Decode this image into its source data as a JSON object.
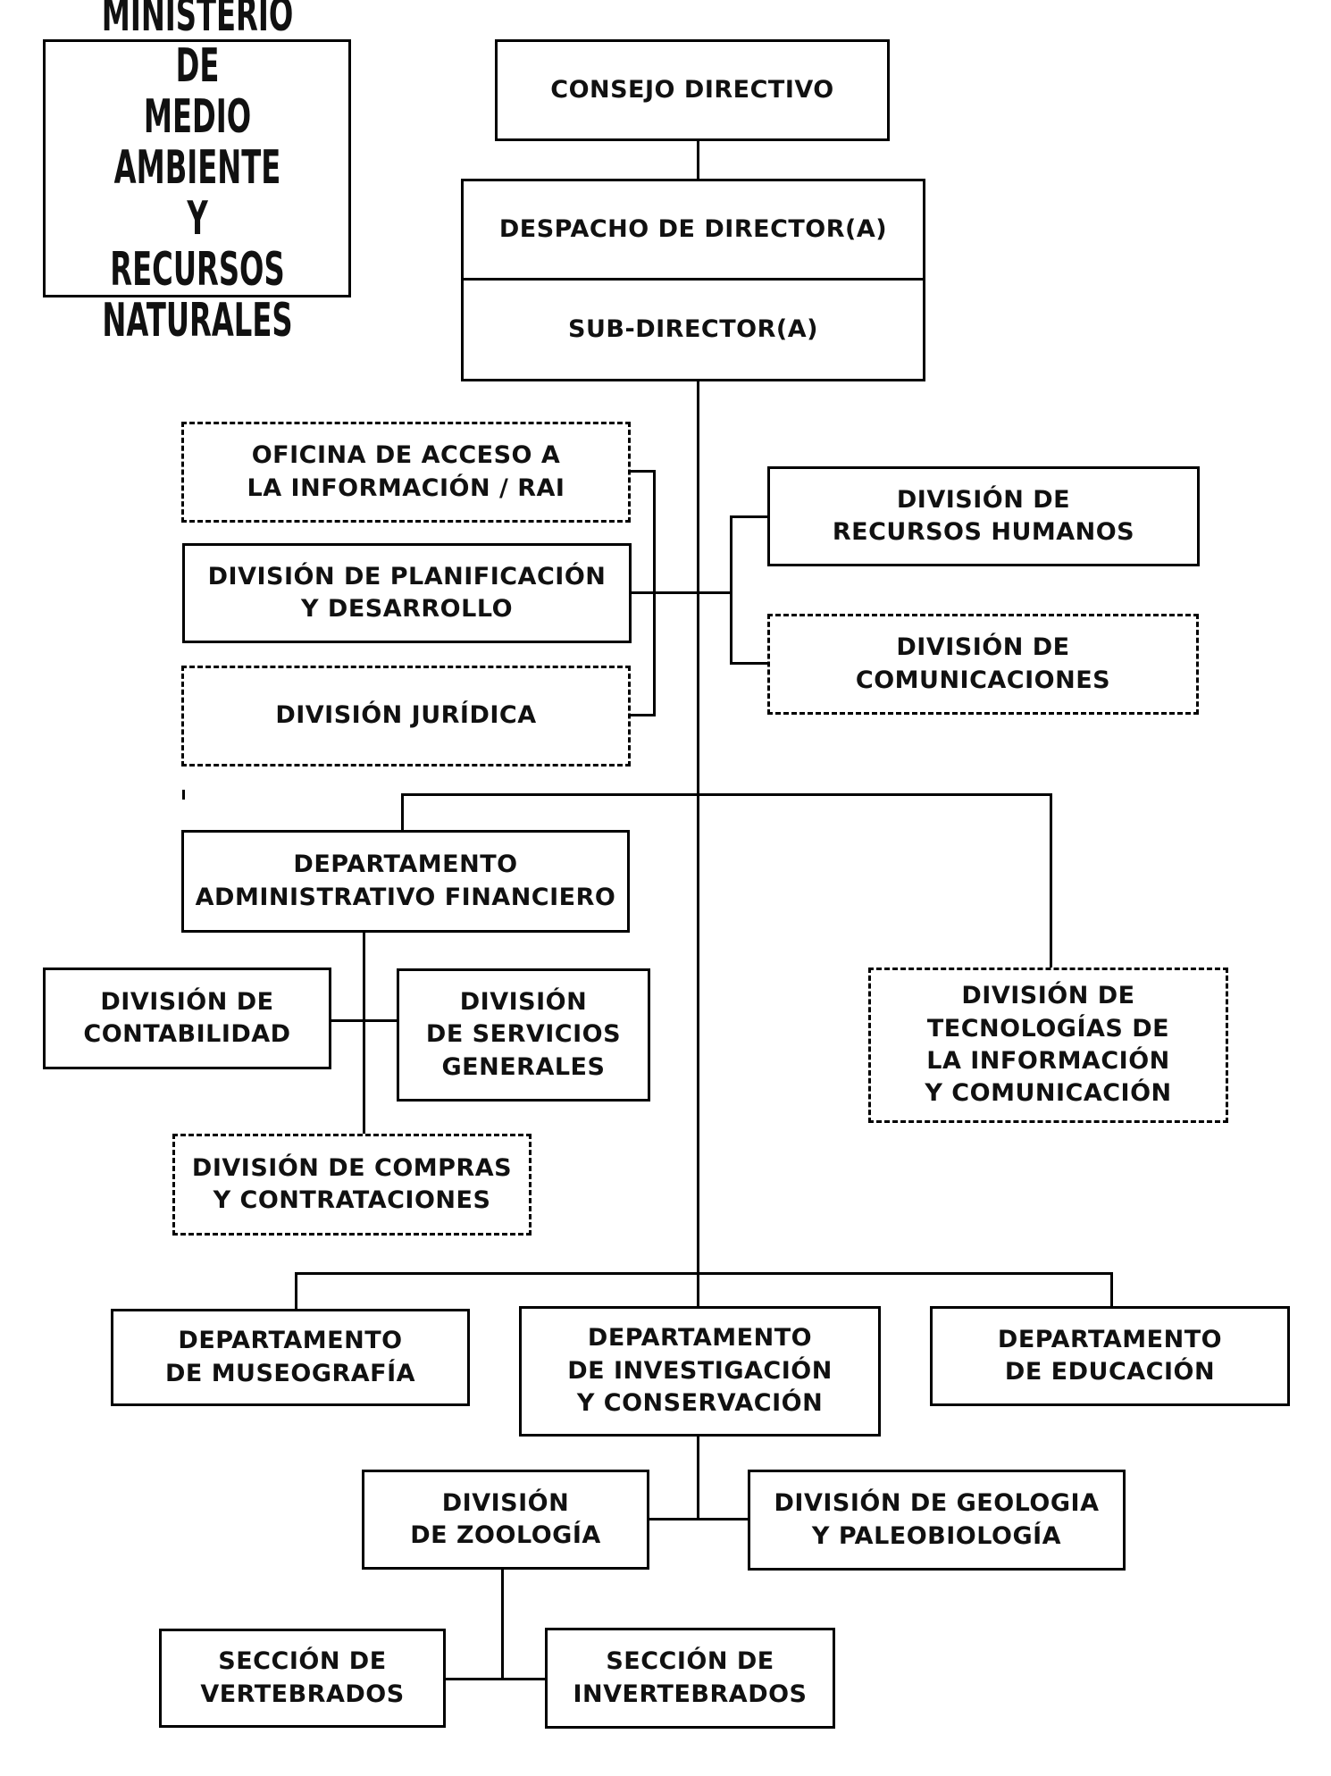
{
  "title": "MINISTERIO DE\nMEDIO AMBIENTE\nY RECURSOS\nNATURALES",
  "nodes": {
    "consejo_directivo": {
      "label": "CONSEJO DIRECTIVO"
    },
    "despacho_director": {
      "label": "DESPACHO DE DIRECTOR(A)"
    },
    "sub_director": {
      "label": "SUB-DIRECTOR(A)"
    },
    "oficina_acceso_informacion": {
      "label": "OFICINA DE ACCESO A\nLA INFORMACIÓN / RAI"
    },
    "division_planificacion_desarrollo": {
      "label": "DIVISIÓN DE PLANIFICACIÓN\nY DESARROLLO"
    },
    "division_juridica": {
      "label": "DIVISIÓN JURÍDICA"
    },
    "division_recursos_humanos": {
      "label": "DIVISIÓN DE\nRECURSOS HUMANOS"
    },
    "division_comunicaciones": {
      "label": "DIVISIÓN DE\nCOMUNICACIONES"
    },
    "departamento_administrativo_financiero": {
      "label": "DEPARTAMENTO\nADMINISTRATIVO FINANCIERO"
    },
    "division_contabilidad": {
      "label": "DIVISIÓN DE\nCONTABILIDAD"
    },
    "division_servicios_generales": {
      "label": "DIVISIÓN\nDE SERVICIOS\nGENERALES"
    },
    "division_compras_contrataciones": {
      "label": "DIVISIÓN DE COMPRAS\nY CONTRATACIONES"
    },
    "division_tecnologias": {
      "label": "DIVISIÓN DE\nTECNOLOGÍAS DE\nLA INFORMACIÓN\nY COMUNICACIÓN"
    },
    "departamento_museografia": {
      "label": "DEPARTAMENTO\nDE MUSEOGRAFÍA"
    },
    "departamento_investigacion_conservacion": {
      "label": "DEPARTAMENTO\nDE INVESTIGACIÓN\nY CONSERVACIÓN"
    },
    "departamento_educacion": {
      "label": "DEPARTAMENTO\nDE EDUCACIÓN"
    },
    "division_zoologia": {
      "label": "DIVISIÓN\nDE ZOOLOGÍA"
    },
    "division_geologia_paleobiologia": {
      "label": "DIVISIÓN DE GEOLOGIA\nY PALEOBIOLOGÍA"
    },
    "seccion_vertebrados": {
      "label": "SECCIÓN DE\nVERTEBRADOS"
    },
    "seccion_invertebrados": {
      "label": "SECCIÓN DE\nINVERTEBRADOS"
    }
  }
}
